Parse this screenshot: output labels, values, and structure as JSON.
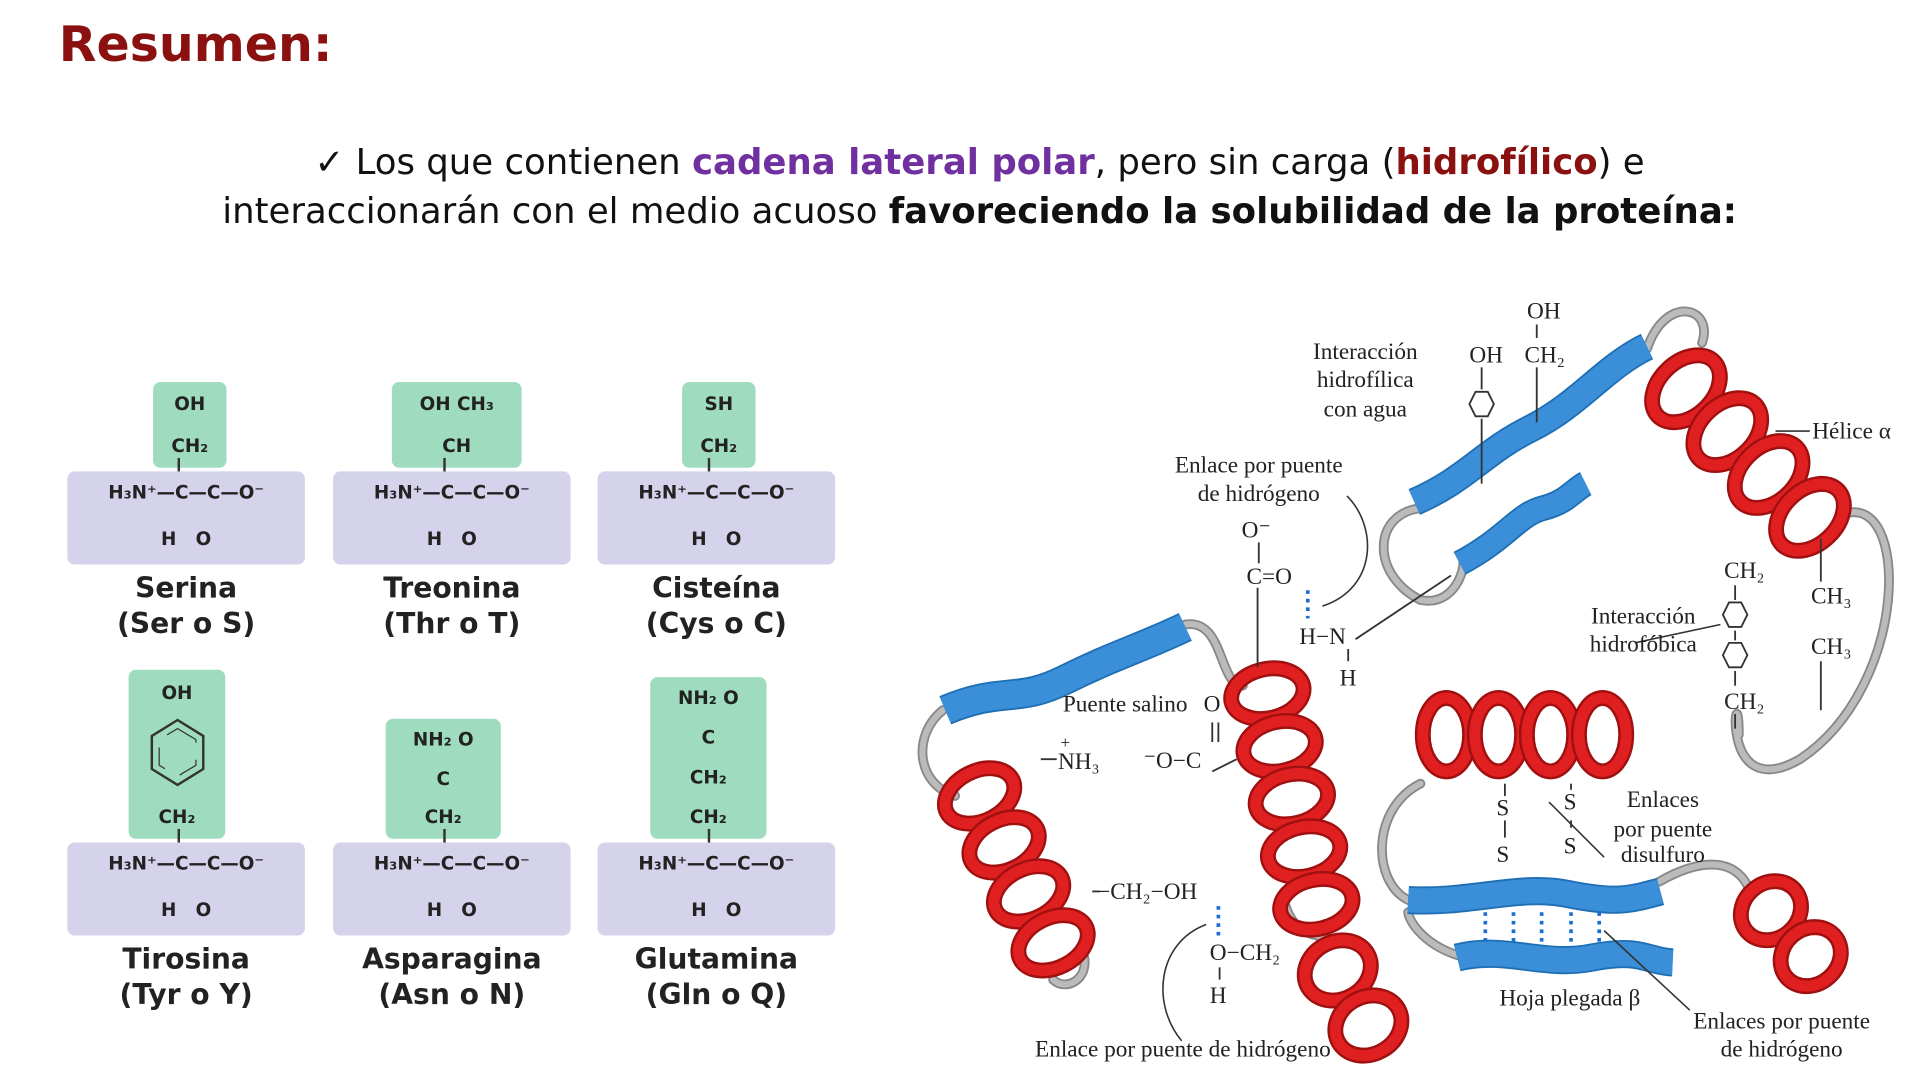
{
  "title": "Resumen:",
  "intro": {
    "check": "✓",
    "p1": " Los que contienen ",
    "highlight_polar": "cadena lateral polar",
    "p2": ", pero sin carga (",
    "highlight_hydro": "hidrofílico",
    "p3": ") e",
    "p4": "interaccionarán con el medio acuoso ",
    "highlight_sol": "favoreciendo la solubilidad de la proteína:"
  },
  "colors": {
    "title": "#8b1010",
    "polar": "#7030a0",
    "side_chain_box": "#9fdcbf",
    "backbone_box": "#d5d2ec",
    "helix": "#e02020",
    "strand": "#3a8fd8",
    "loop": "#bbbbbb"
  },
  "backbone": {
    "main": "H₃N⁺—C—C—O⁻",
    "below": "H   O"
  },
  "amino_acids": [
    {
      "name": "Serina",
      "abbr": "(Ser  o  S)",
      "side_chain": [
        "OH",
        "CH₂"
      ]
    },
    {
      "name": "Treonina",
      "abbr": "(Thr  o  T)",
      "side_chain": [
        "OH  CH₃",
        "CH"
      ]
    },
    {
      "name": "Cisteína",
      "abbr": "(Cys  o  C)",
      "side_chain": [
        "SH",
        "CH₂"
      ]
    },
    {
      "name": "Tirosina",
      "abbr": "(Tyr  o  Y)",
      "side_chain": [
        "OH",
        "benzene-ring",
        "CH₂"
      ]
    },
    {
      "name": "Asparagina",
      "abbr": "(Asn  o  N)",
      "side_chain": [
        "NH₂  O",
        "C",
        "CH₂"
      ]
    },
    {
      "name": "Glutamina",
      "abbr": "(Gln  o  Q)",
      "side_chain": [
        "NH₂  O",
        "C",
        "CH₂",
        "CH₂"
      ]
    }
  ],
  "diagram": {
    "labels": {
      "hydrophilic": [
        "Interacción",
        "hidrofílica",
        "con agua"
      ],
      "oh1": "OH",
      "oh2": "OH",
      "ch2_top": "CH₂",
      "helix": "Hélice α",
      "hbond_top": [
        "Enlace por puente",
        "de hidrógeno"
      ],
      "o_minus": "O⁻",
      "c_o": "C=O",
      "h_n": "H−N",
      "h": "H",
      "salt_bridge": "Puente salino",
      "o": "O",
      "oc": "⁻O−C",
      "nh3": "NH₃",
      "plus": "+",
      "ch2_a": "CH₂",
      "ch3_a": "CH₃",
      "hydrophobic": [
        "Interacción",
        "hidrofóbica"
      ],
      "ch3_b": "CH₃",
      "ch2_b": "CH₂",
      "s1": "S",
      "s2": "S",
      "s3": "S",
      "s4": "S",
      "disulfide": [
        "Enlaces",
        "por puente",
        "disulfuro"
      ],
      "ch2_oh": "−CH₂−OH",
      "o_ch2": "O−CH₂",
      "h2": "H",
      "beta_sheet": "Hoja plegada β",
      "hbond_right": [
        "Enlaces por puente",
        "de hidrógeno"
      ],
      "hbond_bottom": "Enlace por puente de hidrógeno"
    }
  }
}
